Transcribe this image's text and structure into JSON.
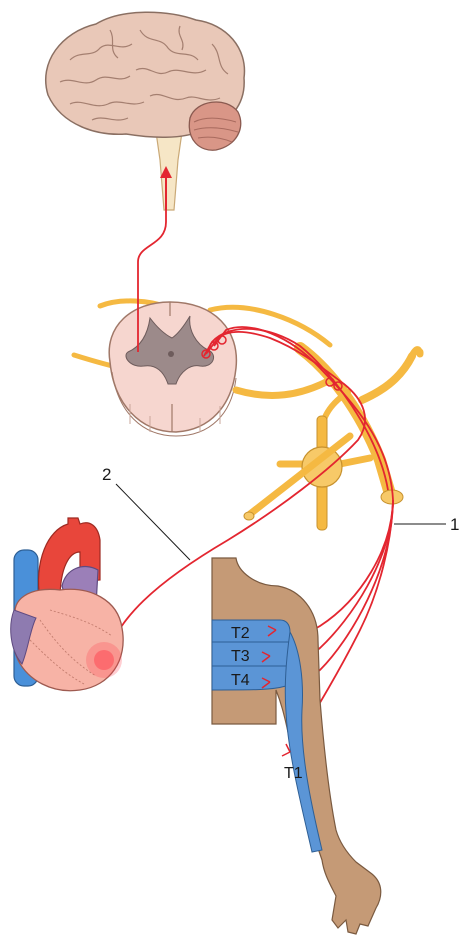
{
  "callouts": {
    "label_1": "1",
    "label_2": "2"
  },
  "dermatomes": {
    "t2": "T2",
    "t3": "T3",
    "t4": "T4",
    "t1": "T1"
  },
  "colors": {
    "nerve": "#e32630",
    "nerve_trunk": "#f5b942",
    "brain": "#e9c8b8",
    "cerebellum": "#d99687",
    "spinal_cord": "#f6d6cf",
    "gray_matter": "#9c8a8a",
    "skin": "#c59a76",
    "dermatome_band": "#5b95d6",
    "heart": "#f7b3a6",
    "heart_pain": "#ff3a4a",
    "aorta": "#e8463b",
    "vena_cava": "#4a90d9",
    "pulmonary": "#9b7fb8"
  },
  "icons": [
    "brain-icon",
    "spinal-cord-icon",
    "sympathetic-ganglion-icon",
    "heart-icon",
    "arm-icon"
  ]
}
